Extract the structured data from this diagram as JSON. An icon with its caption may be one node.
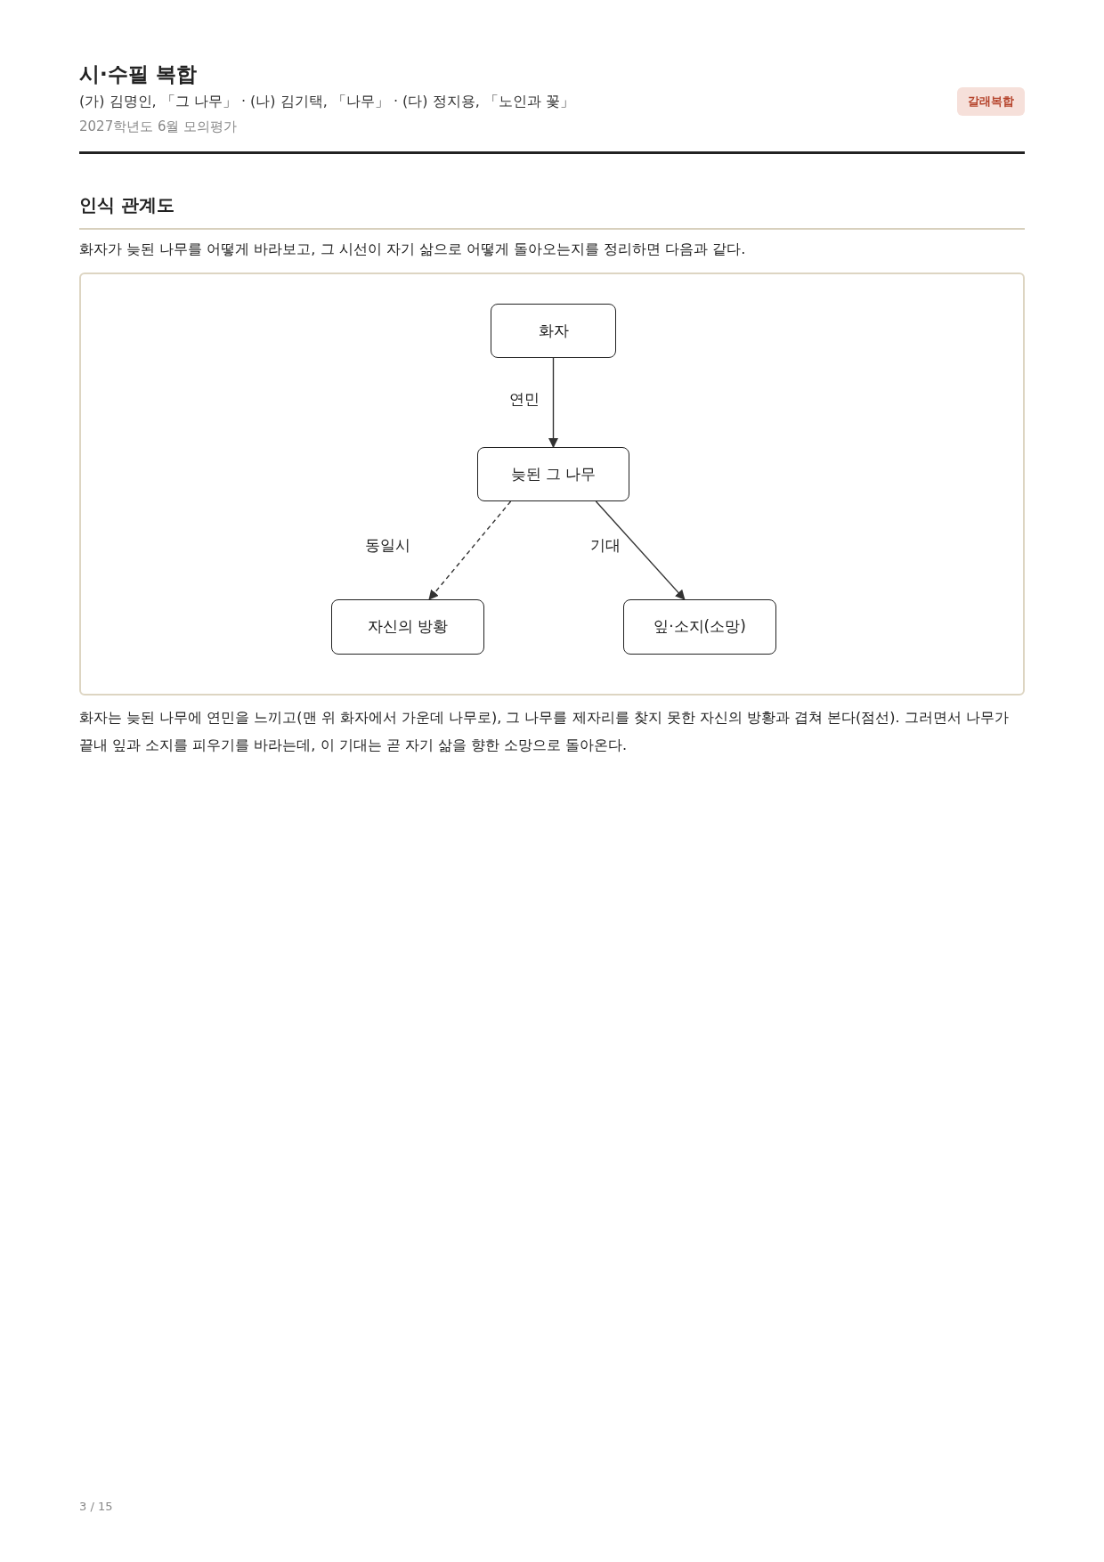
{
  "diagram": {
    "title": "시·수필 복합",
    "nodes": [
      {
        "text": [
          "화자"
        ]
      },
      {
        "text": [
          "늦된 그 나무"
        ]
      },
      {
        "text": [
          "자신의 방황"
        ]
      },
      {
        "text": [
          "잎·소지(소망)"
        ]
      }
    ],
    "edges": [
      {
        "from": 0,
        "to": 1,
        "arrow": "to",
        "label": "연민"
      },
      {
        "from": 1,
        "to": 2,
        "arrow": "to",
        "label": "동일시",
        "style": "dashed"
      },
      {
        "from": 1,
        "to": 3,
        "arrow": "to",
        "label": "기대"
      }
    ],
    "labels": [
      "(가) 김명인, 「그 나무」 · (나) 김기택, 「나무」 · (다) 정지용, 「노인과 꽃」",
      "갈래복합",
      "2027학년도 6월 모의평가",
      "인식 관계도",
      "화자가 늦된 나무를 어떻게 바라보고, 그 시선이 자기 삶으로 어떻게 돌아오는지를 정리하면 다음과 같다.",
      "화자는 늦된 나무에 연민을 느끼고(맨 위 화자에서 가운데 나무로), 그 나무를 제자리를 찾지 못한 자신의 방황과 겹쳐 본다(점선). 그러면서 나무가 끝내 잎과 소지를 피우기를 바라는데, 이 기대는 곧 자기 삶을 향한 소망으로 돌아온다.",
      "3 / 15"
    ]
  }
}
